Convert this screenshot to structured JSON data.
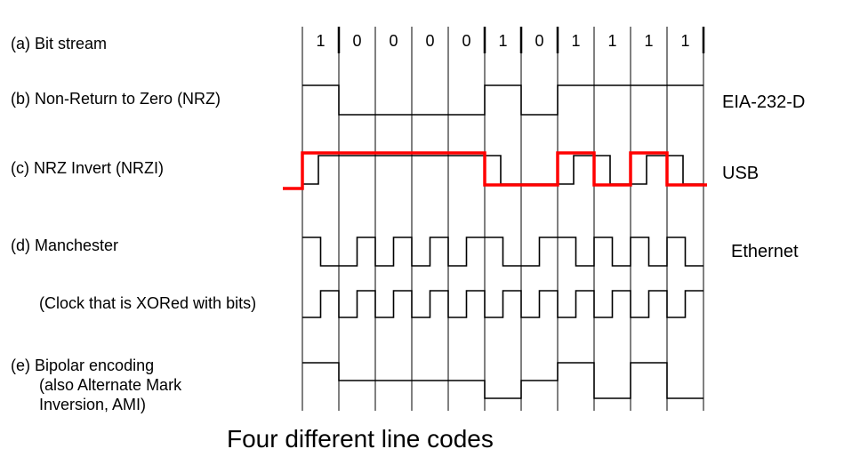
{
  "rows": {
    "bit_stream": "(a) Bit stream",
    "nrz": "(b) Non-Return to Zero (NRZ)",
    "nrzi": "(c) NRZ Invert (NRZI)",
    "manchester": "(d) Manchester",
    "clock": "(Clock that is XORed with bits)",
    "bipolar": [
      "(e) Bipolar encoding",
      "(also Alternate Mark",
      "Inversion, AMI)"
    ]
  },
  "bits": [
    "1",
    "0",
    "0",
    "0",
    "0",
    "1",
    "0",
    "1",
    "1",
    "1",
    "1"
  ],
  "protocols": {
    "nrz": "EIA-232-D",
    "nrzi": "USB",
    "manchester": "Ethernet"
  },
  "caption": "Four different line codes",
  "colors": {
    "signal": "#000000",
    "highlight": "#ff0000",
    "grid": "#000000"
  }
}
